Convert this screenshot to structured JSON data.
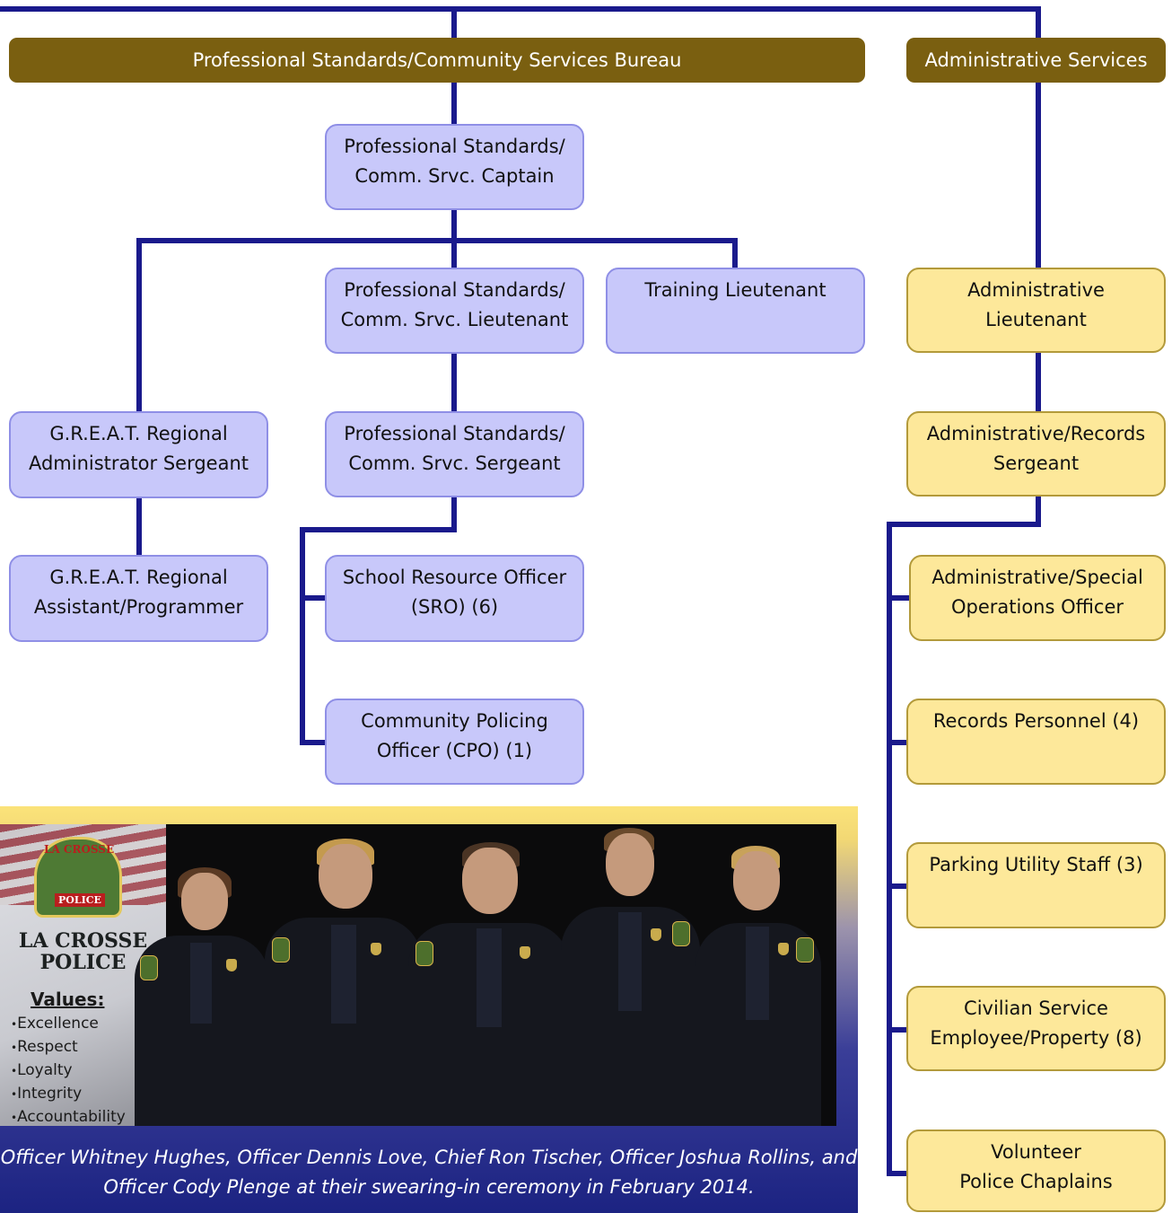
{
  "bureaus": {
    "professional_standards": "Professional Standards/Community Services Bureau",
    "administrative": "Administrative Services"
  },
  "boxes": {
    "captain": [
      "Professional Standards/",
      "Comm. Srvc. Captain"
    ],
    "ps_lieutenant": [
      "Professional Standards/",
      "Comm. Srvc. Lieutenant"
    ],
    "training_lieutenant": [
      "Training Lieutenant"
    ],
    "great_sergeant": [
      "G.R.E.A.T. Regional",
      "Administrator Sergeant"
    ],
    "ps_sergeant": [
      "Professional Standards/",
      "Comm. Srvc. Sergeant"
    ],
    "great_assistant": [
      "G.R.E.A.T. Regional",
      "Assistant/Programmer"
    ],
    "sro": [
      "School Resource Officer",
      "(SRO) (6)"
    ],
    "cpo": [
      "Community Policing",
      "Officer (CPO) (1)"
    ],
    "admin_lieutenant": [
      "Administrative",
      "Lieutenant"
    ],
    "records_sergeant": [
      "Administrative/Records",
      "Sergeant"
    ],
    "special_ops": [
      "Administrative/Special",
      "Operations Officer"
    ],
    "records_personnel": [
      "Records Personnel (4)"
    ],
    "parking": [
      "Parking Utility Staff (3)"
    ],
    "civilian": [
      "Civilian Service",
      "Employee/Property (8)"
    ],
    "chaplains": [
      "Volunteer",
      "Police Chaplains"
    ]
  },
  "photo": {
    "banner_title": [
      "LA CROSSE",
      "POLICE"
    ],
    "badge_top": "LA CROSSE",
    "badge_bottom": "POLICE",
    "values_heading": "Values:",
    "values": [
      "Excellence",
      "Respect",
      "Loyalty",
      "Integrity",
      "Accountability"
    ],
    "caption": [
      "Officer Whitney Hughes, Officer Dennis Love, Chief Ron Tischer, Officer Joshua Rollins, and",
      "Officer Cody Plenge at their swearing-in ceremony in February 2014."
    ]
  },
  "colors": {
    "connector": "#1a1a8c",
    "bureau_bar": "#7a5f10",
    "purple_box": "#c8c8fa",
    "yellow_box": "#fde89a"
  }
}
